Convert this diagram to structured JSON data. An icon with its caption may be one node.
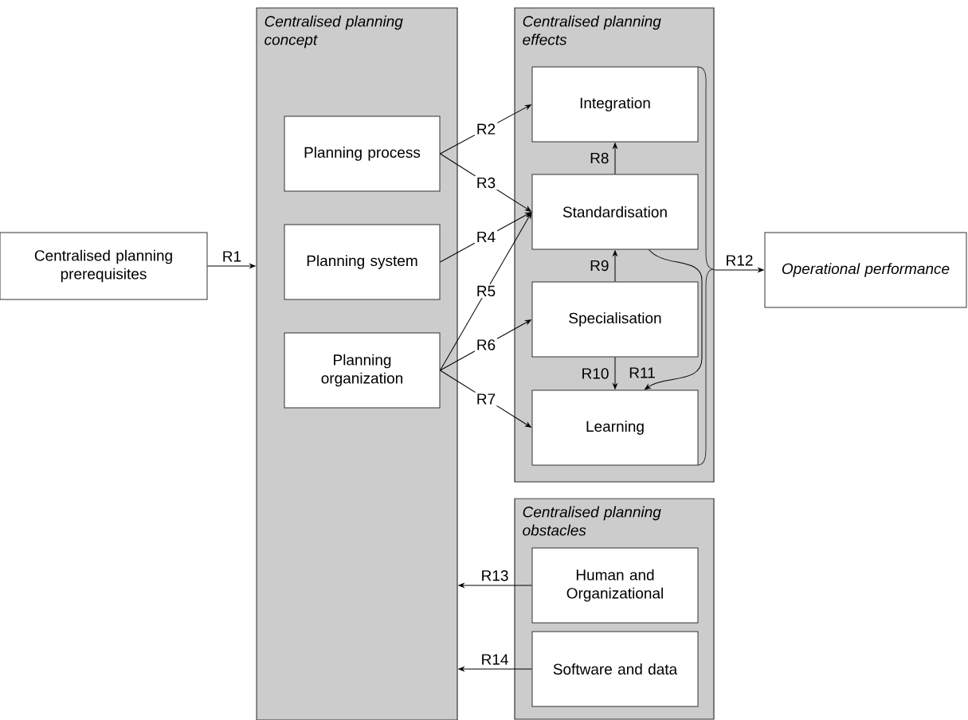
{
  "diagram": {
    "nodes": [
      {
        "text": [
          "Centralised planning prerequisites"
        ]
      },
      {
        "text": [
          "Centralised planning concept"
        ]
      },
      {
        "text": [
          "Planning process"
        ],
        "in": 1
      },
      {
        "text": [
          "Planning system"
        ],
        "in": 1
      },
      {
        "text": [
          "Planning organization"
        ],
        "in": 1
      },
      {
        "text": [
          "Centralised planning effects"
        ]
      },
      {
        "text": [
          "Integration"
        ],
        "in": 5
      },
      {
        "text": [
          "Standardisation"
        ],
        "in": 5
      },
      {
        "text": [
          "Specialisation"
        ],
        "in": 5
      },
      {
        "text": [
          "Learning"
        ],
        "in": 5
      },
      {
        "text": [
          "Operational performance"
        ]
      },
      {
        "text": [
          "Centralised planning obstacles"
        ]
      },
      {
        "text": [
          "Human and Organizational"
        ],
        "in": 11
      },
      {
        "text": [
          "Software and data"
        ],
        "in": 11
      }
    ],
    "edges": [
      {
        "from": 0,
        "to": 1,
        "arrow": "to",
        "label": "R1"
      },
      {
        "from": 2,
        "to": 6,
        "arrow": "to",
        "label": "R2"
      },
      {
        "from": 2,
        "to": 7,
        "arrow": "to",
        "label": "R3"
      },
      {
        "from": 3,
        "to": 7,
        "arrow": "to",
        "label": "R4"
      },
      {
        "from": 4,
        "to": 7,
        "arrow": "to",
        "label": "R5"
      },
      {
        "from": 4,
        "to": 8,
        "arrow": "to",
        "label": "R6"
      },
      {
        "from": 4,
        "to": 9,
        "arrow": "to",
        "label": "R7"
      },
      {
        "from": 7,
        "to": 6,
        "arrow": "to",
        "label": "R8"
      },
      {
        "from": 8,
        "to": 7,
        "arrow": "to",
        "label": "R9"
      },
      {
        "from": 8,
        "to": 9,
        "arrow": "to",
        "label": "R10"
      },
      {
        "from": 7,
        "to": 9,
        "arrow": "to",
        "label": "R11"
      },
      {
        "from": 5,
        "to": 10,
        "arrow": "to",
        "label": "R12"
      },
      {
        "from": 12,
        "to": 1,
        "arrow": "to",
        "label": "R13"
      },
      {
        "from": 13,
        "to": 1,
        "arrow": "to",
        "label": "R14"
      }
    ]
  }
}
